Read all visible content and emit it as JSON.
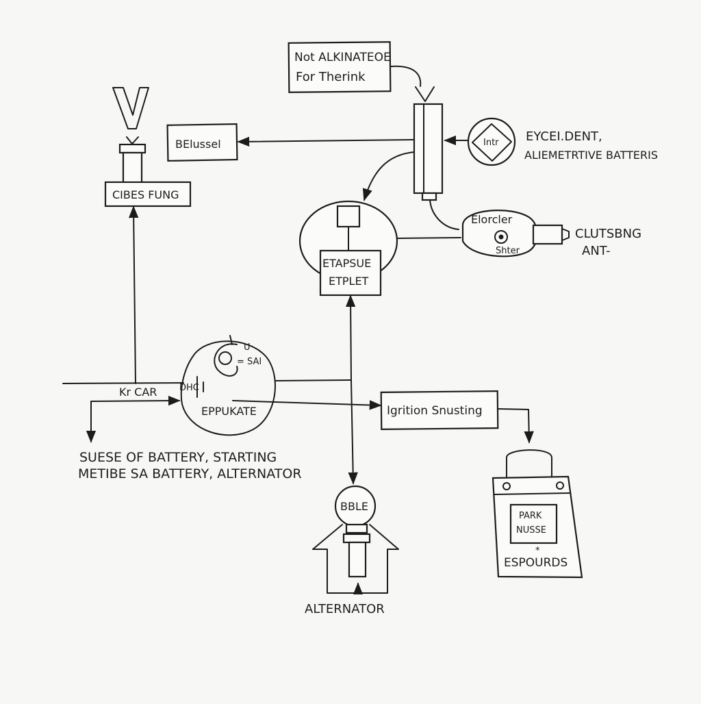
{
  "diagram": {
    "nodes": {
      "not_alternator": {
        "line1": "Not ALKINATEOE",
        "line2": "For Therink"
      },
      "belussel": {
        "label": "BElussel"
      },
      "cibes_fung": {
        "label": "CIBES FUNG"
      },
      "intr": {
        "label": "Intr"
      },
      "eycelident": {
        "line1": "EYCEI.DENT,",
        "line2": "ALIEMETRTIVE BATTERIS"
      },
      "etapsue": {
        "line1": "ETAPSUE",
        "line2": "ETPLET"
      },
      "elorcler": {
        "line1": "Elorcler",
        "line2": "Shter"
      },
      "clutsbng": {
        "line1": "CLUTSBNG",
        "line2": "ANT-"
      },
      "kr_car": {
        "label": "Kr CAR"
      },
      "dhc": {
        "label": "DHC"
      },
      "u": {
        "label": "U"
      },
      "sai": {
        "label": "= SAI"
      },
      "eppukate": {
        "label": "EPPUKATE"
      },
      "ignition": {
        "label": "Igrition Snusting"
      },
      "caption": {
        "line1": "SUESE OF BATTERY, STARTING",
        "line2": "METIBE SA BATTERY, ALTERNATOR"
      },
      "bble": {
        "label": "BBLE"
      },
      "alternator": {
        "label": "ALTERNATOR"
      },
      "park": {
        "line1": "PARK",
        "line2": "NUSSE"
      },
      "espourds": {
        "label": "ESPOURDS"
      },
      "star": {
        "label": "*"
      }
    }
  }
}
